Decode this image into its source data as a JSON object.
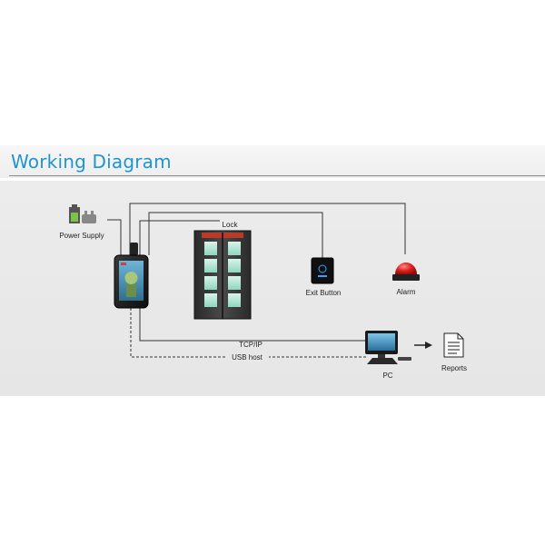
{
  "header": {
    "title": "Working Diagram"
  },
  "nodes": {
    "power_supply": "Power Supply",
    "lock": "Lock",
    "exit_button": "Exit Button",
    "alarm": "Alarm",
    "pc": "PC",
    "reports": "Reports"
  },
  "connections": {
    "tcp_ip": "TCP/IP",
    "usb_host": "USB host"
  },
  "colors": {
    "title": "#1f95cf",
    "alarm_red": "#e02020",
    "exit_led": "#3aa0ff",
    "line": "#333333"
  }
}
